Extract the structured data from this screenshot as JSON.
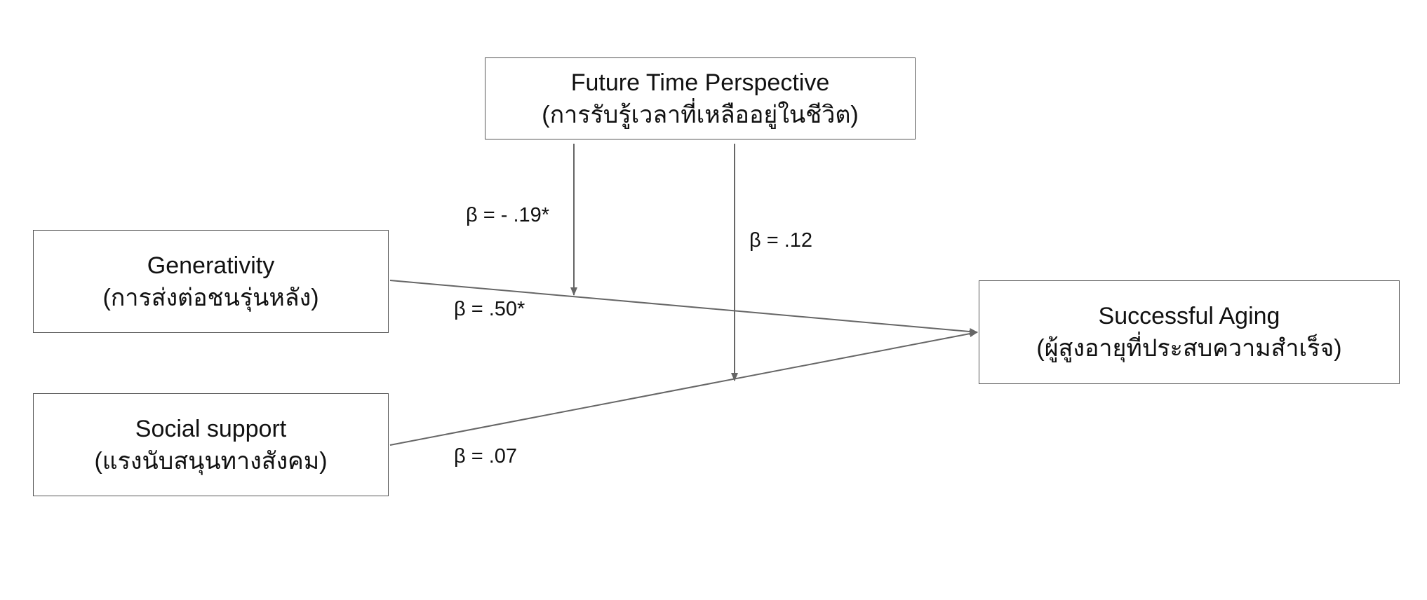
{
  "nodes": {
    "moderator": {
      "title": "Future Time Perspective",
      "subtitle": "(การรับรู้เวลาที่เหลืออยู่ในชีวิต)"
    },
    "generativity": {
      "title": "Generativity",
      "subtitle": "(การส่งต่อชนรุ่นหลัง)"
    },
    "social_support": {
      "title": "Social support",
      "subtitle": "(แรงนับสนุนทางสังคม)"
    },
    "outcome": {
      "title": "Successful Aging",
      "subtitle": "(ผู้สูงอายุที่ประสบความสำเร็จ)"
    }
  },
  "paths": {
    "moderator_on_generativity": "β = - .19*",
    "moderator_on_social_support": "β = .12",
    "generativity_to_outcome": "β = .50*",
    "social_support_to_outcome": "β = .07"
  },
  "colors": {
    "arrow": "#666666",
    "border": "#555555"
  }
}
